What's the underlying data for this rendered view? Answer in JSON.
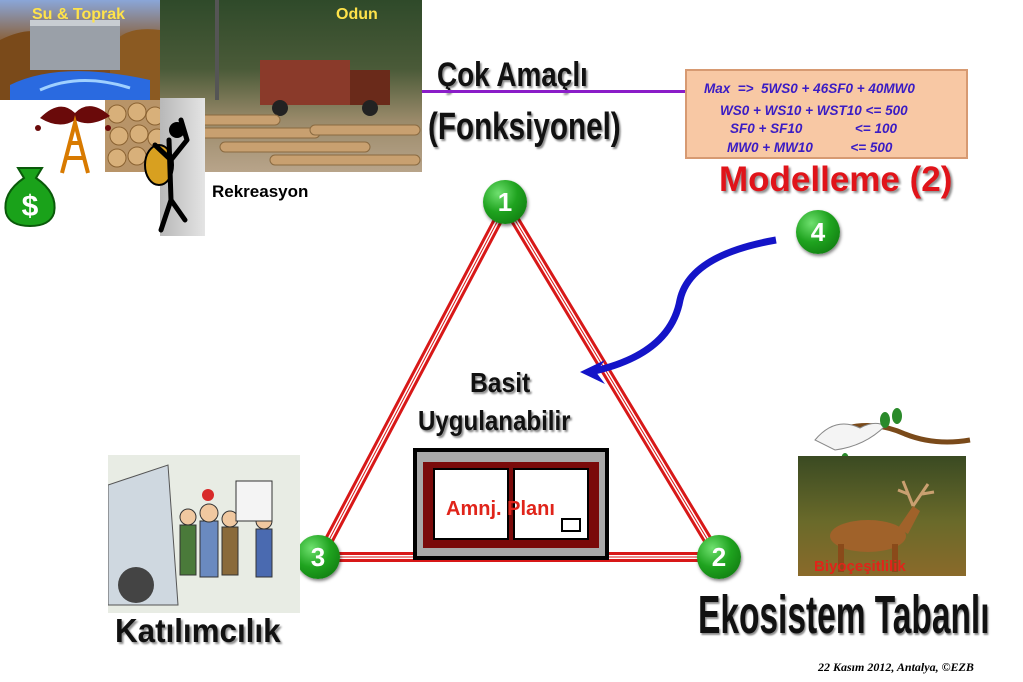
{
  "top_left_photos": {
    "su_toprak_label": "Su & Toprak",
    "odun_label": "Odun",
    "rekreasyon_label": "Rekreasyon"
  },
  "title": {
    "line1": "Çok Amaçlı",
    "line2": "(Fonksiyonel)"
  },
  "equations": {
    "line1": "Max  =>  5WS0 + 46SF0 + 40MW0",
    "line2": "WS0 + WS10 + WST10 <= 500",
    "line3": "SF0 + SF10              <= 100",
    "line4": "MW0 + MW10          <= 500"
  },
  "modelleme_label": "Modelleme (2)",
  "numbers": {
    "n1": "1",
    "n2": "2",
    "n3": "3",
    "n4": "4"
  },
  "center": {
    "basit": "Basit",
    "uygulanabilir": "Uygulanabilir",
    "book_label": "Amnj. Planı"
  },
  "katilimcilik_label": "Katılımcılık",
  "ekosistem_label": "Ekosistem Tabanlı",
  "biyocesitlilik_label": "Biyoçeşitlilik",
  "footer": "22 Kasım 2012, Antalya, ©EZB",
  "colors": {
    "title_shadow_text": "#111111",
    "modelleme_red": "#e0141a",
    "equation_blue": "#3a1cc4",
    "triangle_red": "#d81818",
    "arrow_blue": "#1414c8",
    "purple_line": "#8a1dc8"
  }
}
